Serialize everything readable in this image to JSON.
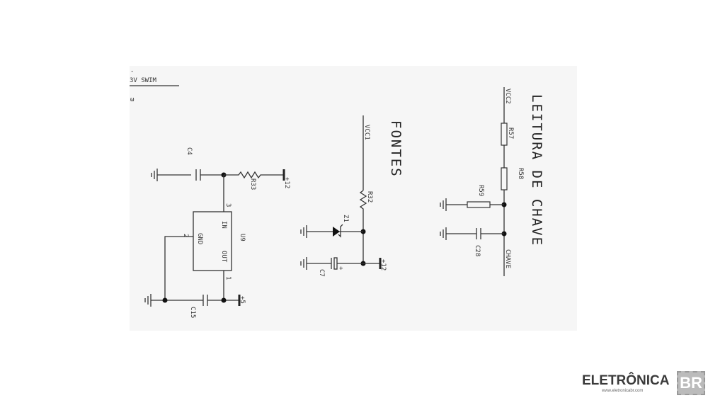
{
  "header_fragment": {
    "dash": "-",
    "title": "3V  SWIM",
    "tail": "ω"
  },
  "section_left": {
    "cap_top": "C4",
    "resistor": "R33",
    "supply_in": "+12",
    "regulator": {
      "name": "U9",
      "pin_in": "IN",
      "pin_gnd": "GND",
      "pin_out": "OUT",
      "pin3": "3",
      "pin2": "2",
      "pin1": "1"
    },
    "cap_bottom": "C15",
    "supply_out": "+5"
  },
  "section_fontes": {
    "title": "FONTES",
    "net": "VCC1",
    "resistor": "R32",
    "zener": "Z1",
    "cap": "C7",
    "cap_polarity": "+",
    "supply": "+12"
  },
  "section_chave": {
    "title": "LEITURA DE CHAVE",
    "net": "VCC2",
    "r1": "R57",
    "r2": "R58",
    "r3": "R59",
    "cap": "C28",
    "net_out": "CHAVE"
  },
  "logo": {
    "text": "ELETRÔNICA",
    "badge": "BR",
    "url": "www.eletronicabr.com"
  },
  "colors": {
    "background": "#f6f6f6",
    "wire": "#333333"
  }
}
